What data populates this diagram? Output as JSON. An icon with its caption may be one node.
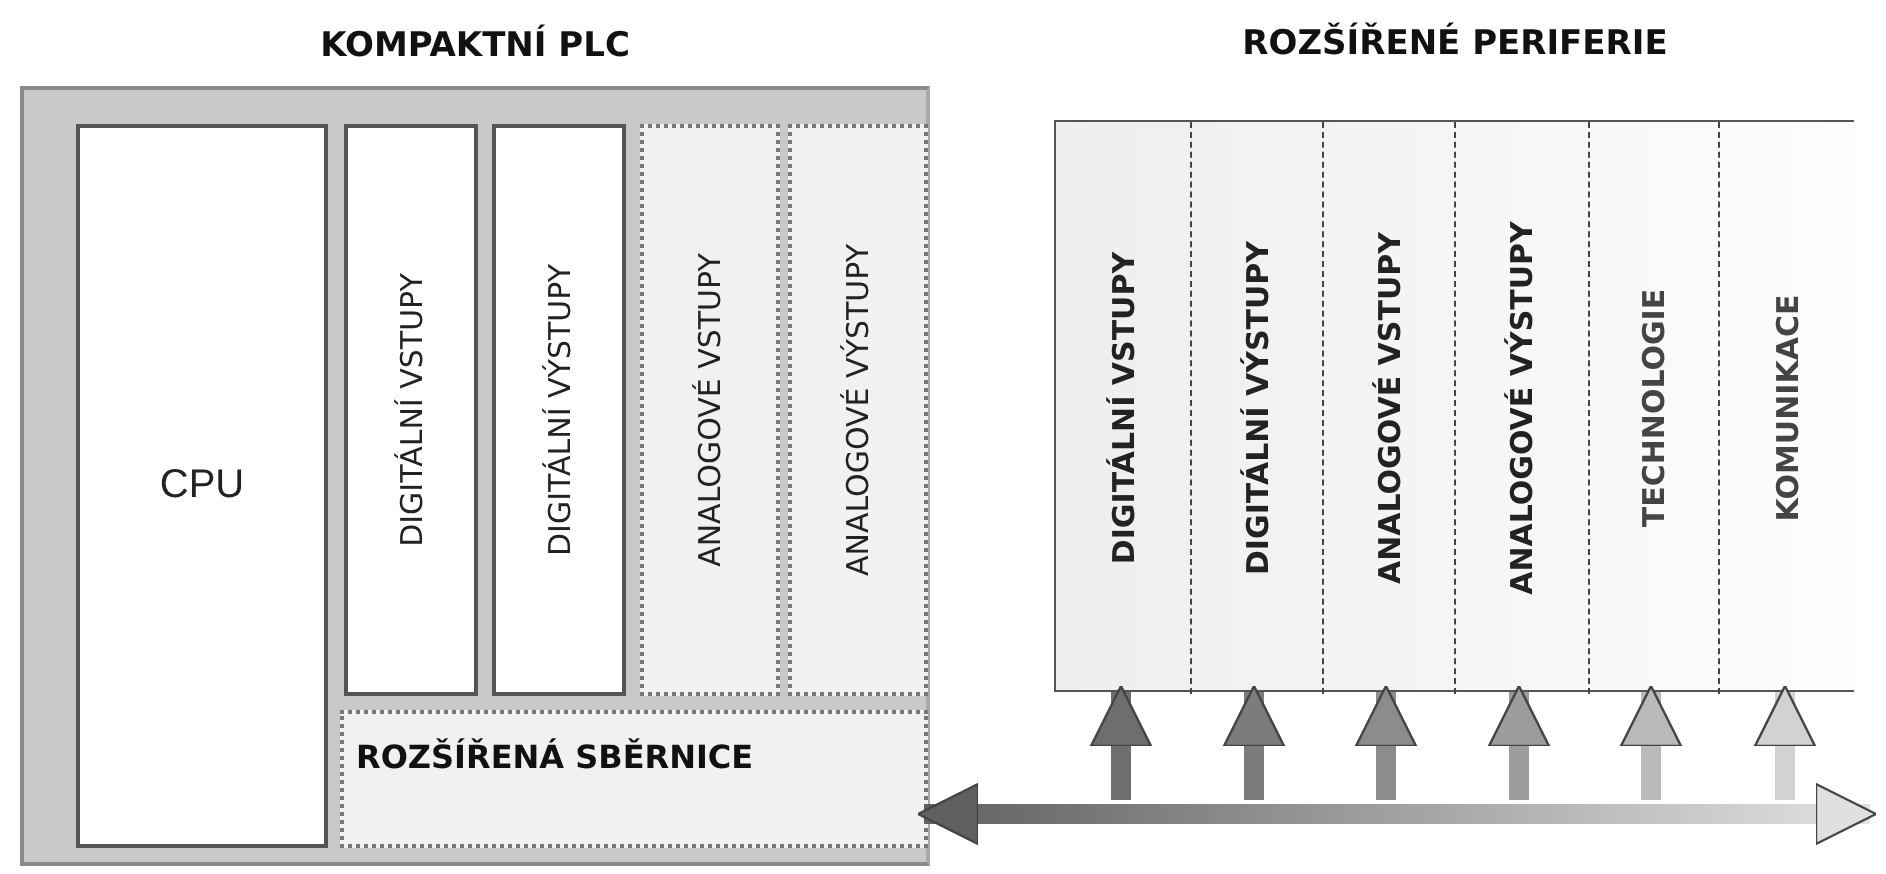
{
  "diagram": {
    "nodes": [
      {
        "text": [
          "KOMPAKTNÍ PLC"
        ]
      },
      {
        "text": [
          "CPU"
        ],
        "in": 0
      },
      {
        "text": [
          "DIGITÁLNÍ VSTUPY"
        ],
        "in": 0
      },
      {
        "text": [
          "DIGITÁLNÍ VÝSTUPY"
        ],
        "in": 0
      },
      {
        "text": [
          "ANALOGOVÉ VSTUPY"
        ],
        "in": 0
      },
      {
        "text": [
          "ANALOGOVÉ VÝSTUPY"
        ],
        "in": 0
      },
      {
        "text": [
          "ROZŠÍŘENÁ SBĚRNICE"
        ],
        "in": 0
      },
      {
        "text": [
          "ROZŠÍŘENÉ PERIFERIE"
        ]
      },
      {
        "text": [
          "DIGITÁLNÍ VSTUPY"
        ],
        "in": 7
      },
      {
        "text": [
          "DIGITÁLNÍ VÝSTUPY"
        ],
        "in": 7
      },
      {
        "text": [
          "ANALOGOVÉ VSTUPY"
        ],
        "in": 7
      },
      {
        "text": [
          "ANALOGOVÉ VÝSTUPY"
        ],
        "in": 7
      },
      {
        "text": [
          "TECHNOLOGIE"
        ],
        "in": 7
      },
      {
        "text": [
          "KOMUNIKACE"
        ],
        "in": 7
      }
    ],
    "edges": [
      {
        "from": 6,
        "to": null,
        "arrow": "both"
      },
      {
        "from": null,
        "to": 8,
        "arrow": "to",
        "color": "#6e6e6e"
      },
      {
        "from": null,
        "to": 9,
        "arrow": "to",
        "color": "#7c7c7c"
      },
      {
        "from": null,
        "to": 10,
        "arrow": "to",
        "color": "#8c8c8c"
      },
      {
        "from": null,
        "to": 11,
        "arrow": "to",
        "color": "#9c9c9c"
      },
      {
        "from": null,
        "to": 12,
        "arrow": "to",
        "color": "#bababa"
      },
      {
        "from": null,
        "to": 13,
        "arrow": "to",
        "color": "#d2d2d2"
      }
    ]
  }
}
